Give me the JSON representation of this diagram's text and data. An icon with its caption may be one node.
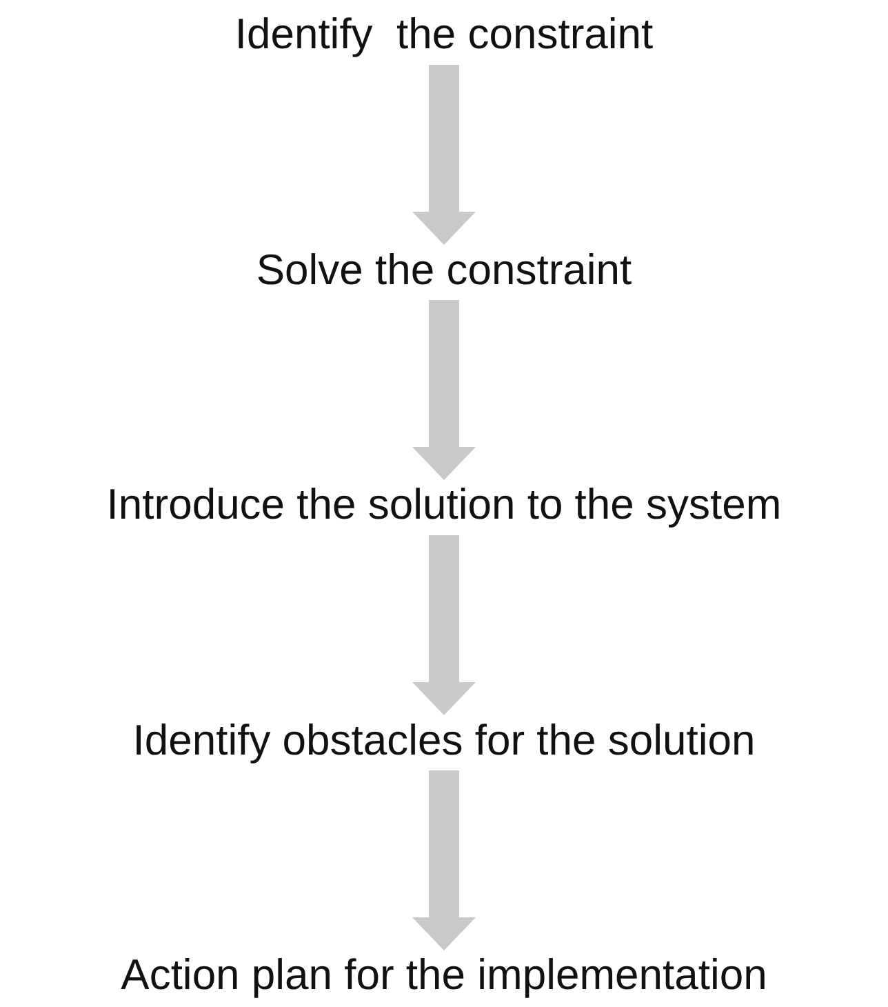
{
  "diagram": {
    "nodes": [
      {
        "text": [
          "Identify  the constraint"
        ]
      },
      {
        "text": [
          "Solve the constraint"
        ]
      },
      {
        "text": [
          "Introduce the solution to the system"
        ]
      },
      {
        "text": [
          "Identify obstacles for the solution"
        ]
      },
      {
        "text": [
          "Action plan for the implementation"
        ]
      }
    ],
    "edges": [
      {
        "from": 0,
        "to": 1,
        "arrow": "to"
      },
      {
        "from": 1,
        "to": 2,
        "arrow": "to"
      },
      {
        "from": 2,
        "to": 3,
        "arrow": "to"
      },
      {
        "from": 3,
        "to": 4,
        "arrow": "to"
      }
    ]
  }
}
